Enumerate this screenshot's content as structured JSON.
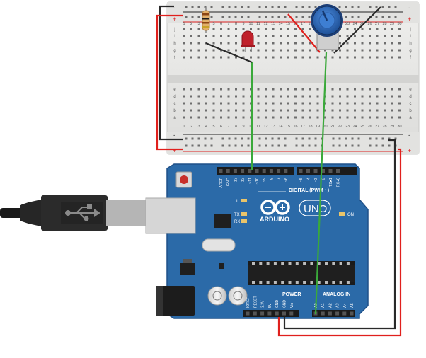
{
  "canvas": {
    "background": "#ffffff"
  },
  "breadboard": {
    "column_numbers": [
      "1",
      "2",
      "3",
      "4",
      "5",
      "6",
      "7",
      "8",
      "9",
      "10",
      "11",
      "12",
      "13",
      "14",
      "15",
      "16",
      "17",
      "18",
      "19",
      "20",
      "21",
      "22",
      "23",
      "24",
      "25",
      "26",
      "27",
      "28",
      "29",
      "30"
    ],
    "top_row_letters": [
      "j",
      "i",
      "h",
      "g",
      "f"
    ],
    "bottom_row_letters": [
      "e",
      "d",
      "c",
      "b",
      "a"
    ],
    "rail_plus": "+",
    "rail_minus": "-"
  },
  "arduino": {
    "logo_text": "ARDUINO",
    "model": "UNO",
    "digital_label": "DIGITAL (PWM ~)",
    "power_label": "POWER",
    "analog_label": "ANALOG IN",
    "on_label": "ON",
    "led_labels": [
      "L",
      "TX",
      "RX"
    ],
    "digital_pins": [
      "AREF",
      "GND",
      "13",
      "12",
      "~11",
      "~10",
      "~9",
      "8",
      "7",
      "~6",
      "~5",
      "4",
      "~3",
      "2",
      "TX▸1",
      "RX◂0"
    ],
    "power_pins": [
      "IOREF",
      "RESET",
      "3.3V",
      "5V",
      "GND",
      "GND",
      "Vin"
    ],
    "analog_pins": [
      "A0",
      "A1",
      "A2",
      "A3",
      "A4",
      "A5"
    ]
  },
  "colors": {
    "board": "#2b6aa8",
    "board_dark": "#1f5088",
    "breadboard": "#e8e8e6",
    "wire_red": "#e0201d",
    "wire_black": "#2a2a2a",
    "wire_green": "#3aa93a",
    "led": "#c0202a",
    "pot": "#2e6fc0"
  }
}
